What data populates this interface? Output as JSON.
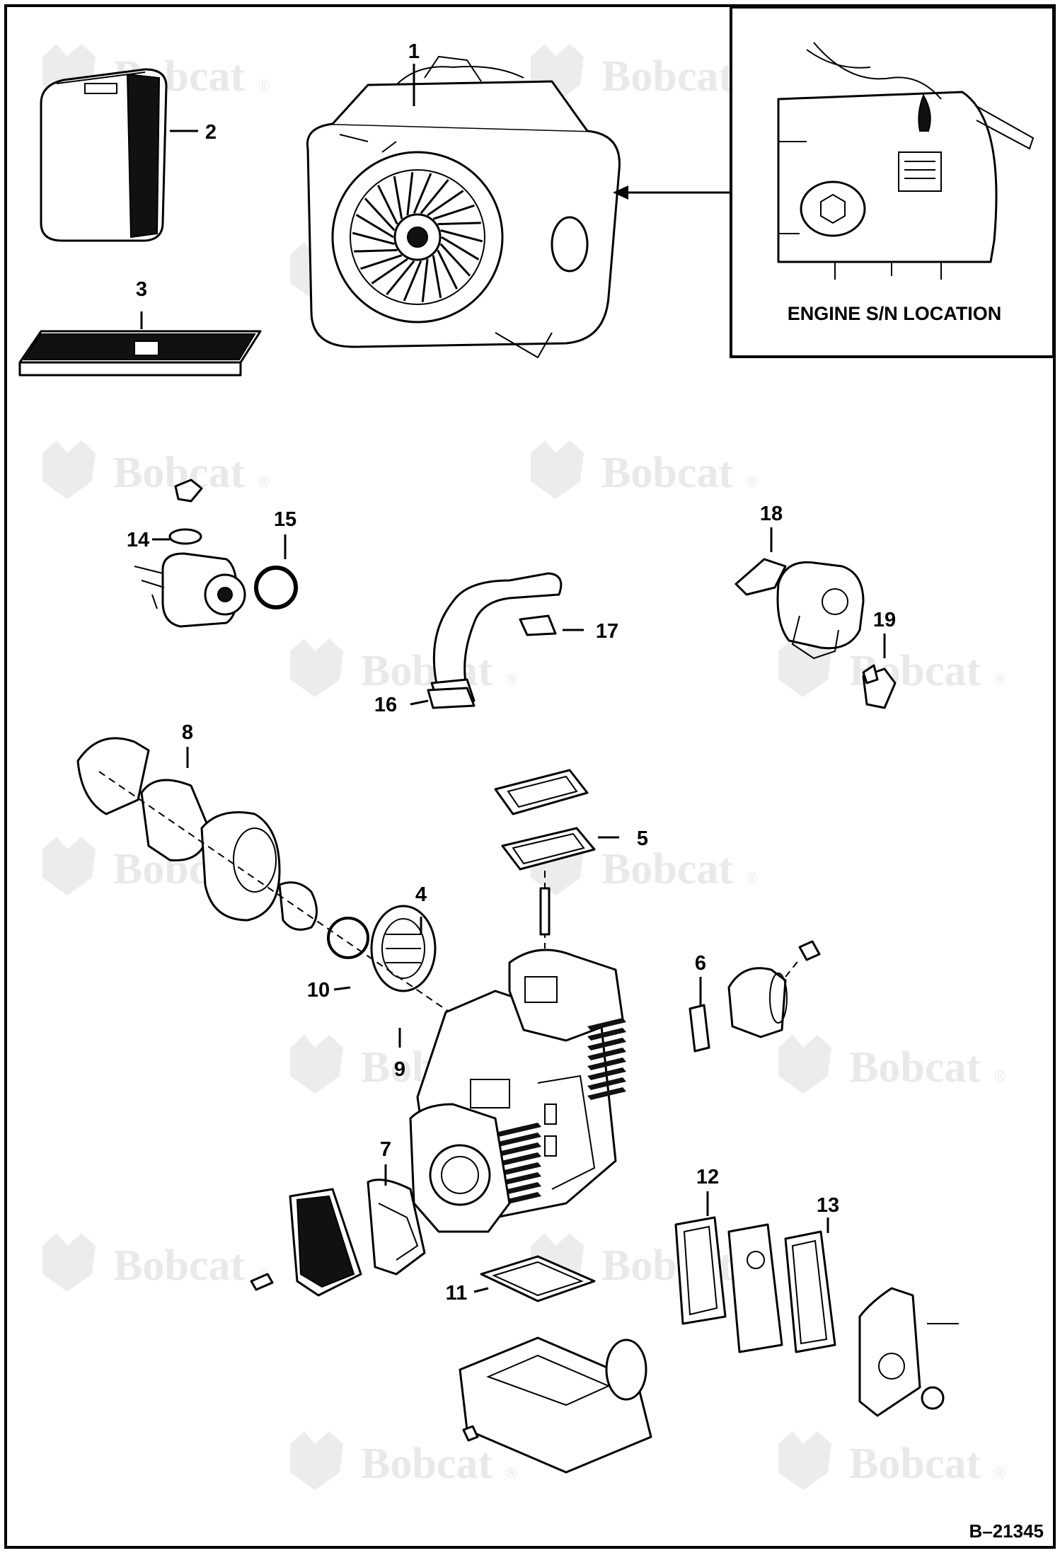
{
  "watermark": {
    "text": "Bobcat",
    "mark": "®"
  },
  "inset": {
    "title": "ENGINE S/N LOCATION"
  },
  "reference": "B–21345",
  "callouts": [
    {
      "id": "1",
      "label": "1"
    },
    {
      "id": "2",
      "label": "2"
    },
    {
      "id": "3",
      "label": "3"
    },
    {
      "id": "4",
      "label": "4"
    },
    {
      "id": "5",
      "label": "5"
    },
    {
      "id": "6",
      "label": "6"
    },
    {
      "id": "7",
      "label": "7"
    },
    {
      "id": "8",
      "label": "8"
    },
    {
      "id": "9",
      "label": "9"
    },
    {
      "id": "10",
      "label": "10"
    },
    {
      "id": "11",
      "label": "11"
    },
    {
      "id": "12",
      "label": "12"
    },
    {
      "id": "13",
      "label": "13"
    },
    {
      "id": "14",
      "label": "14"
    },
    {
      "id": "15",
      "label": "15"
    },
    {
      "id": "16",
      "label": "16"
    },
    {
      "id": "17",
      "label": "17"
    },
    {
      "id": "18",
      "label": "18"
    },
    {
      "id": "19",
      "label": "19"
    }
  ],
  "icons": [
    "bobcat-logo-icon",
    "engine-assembly-icon",
    "air-filter-icon",
    "pre-cleaner-icon",
    "carburetor-icon",
    "fuel-pump-icon",
    "crankcase-icon"
  ]
}
